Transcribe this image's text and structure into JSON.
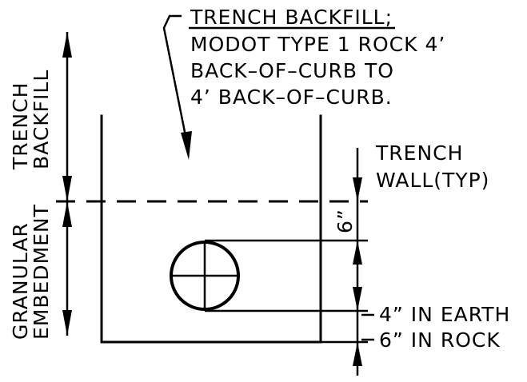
{
  "callout": {
    "line1": "TRENCH  BACKFILL;",
    "line2": "MODOT  TYPE  1  ROCK  4’",
    "line3": "BACK–OF–CURB  TO",
    "line4": "4’  BACK–OF–CURB."
  },
  "left_labels": {
    "backfill_1": "TRENCH",
    "backfill_2": "BACKFILL",
    "embed_1": "GRANULAR",
    "embed_2": "EMBEDMENT"
  },
  "right_labels": {
    "wall_1": "TRENCH",
    "wall_2": "WALL(TYP)",
    "six_inch": "6”",
    "earth": "4”  IN  EARTH",
    "rock": "6”  IN  ROCK"
  }
}
